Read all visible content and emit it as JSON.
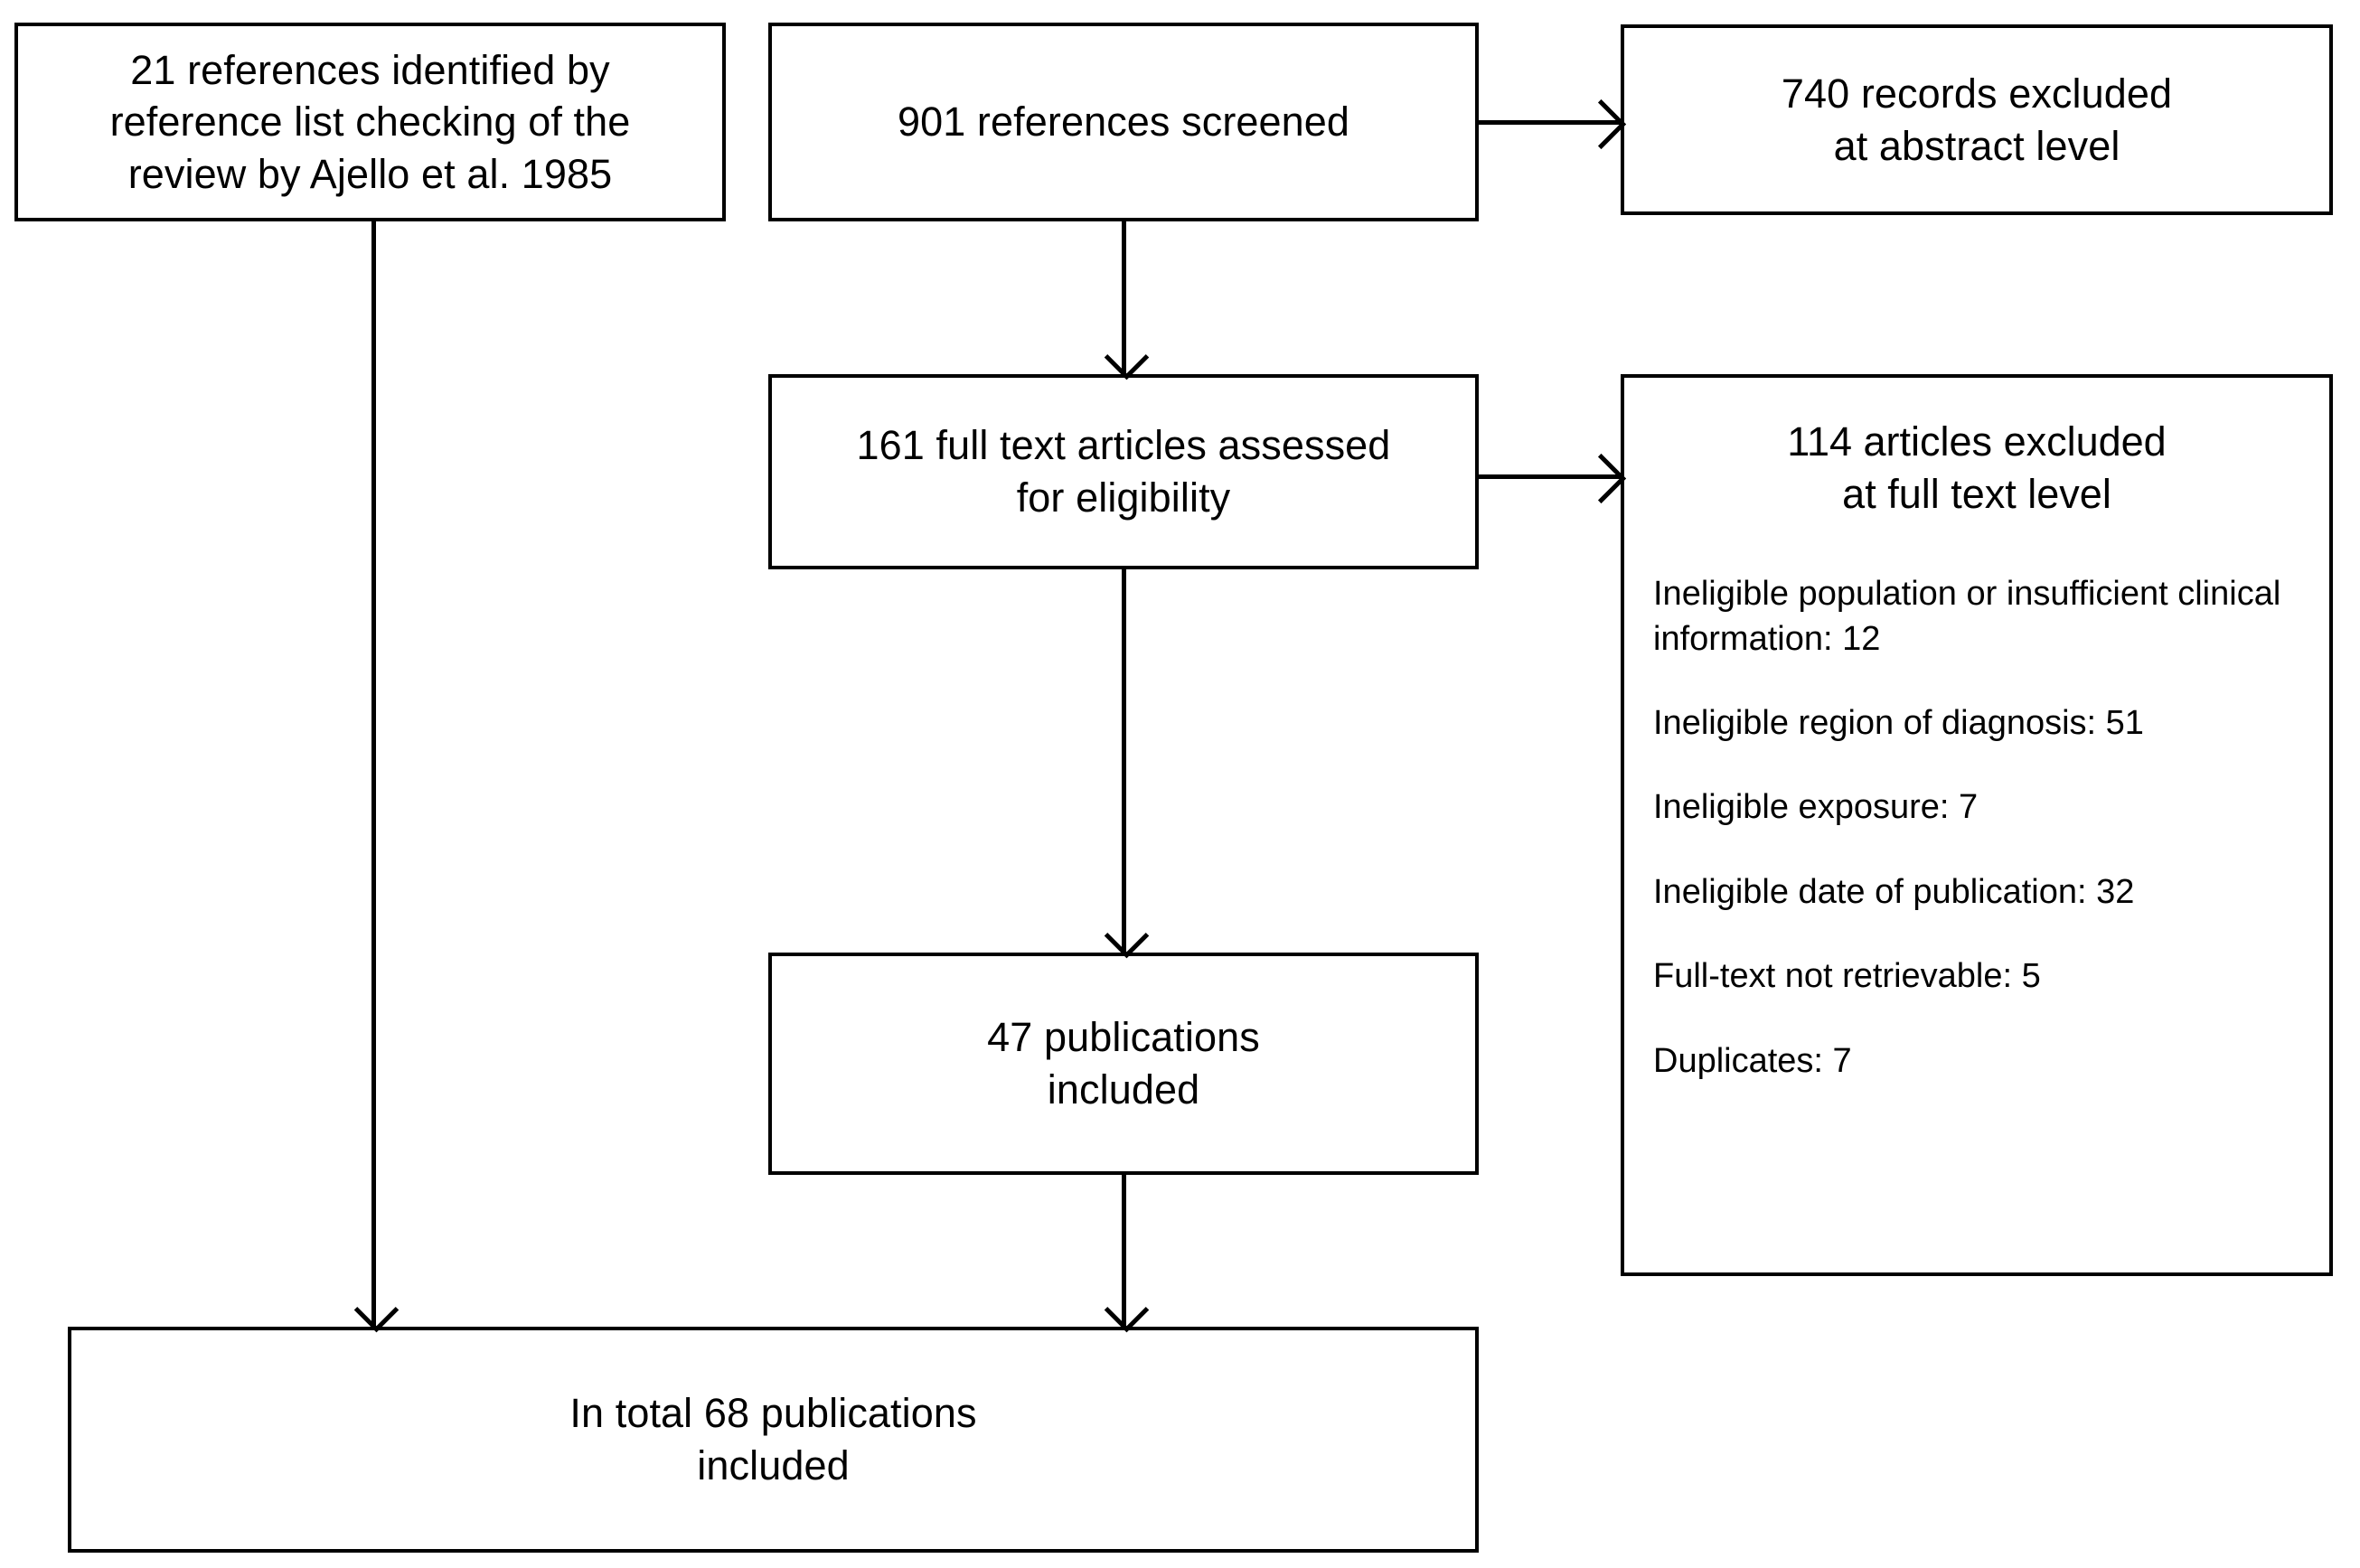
{
  "diagram": {
    "type": "prisma-flow-diagram",
    "title": "",
    "nodes": {
      "identified_by_reference_list": {
        "text": "21 references identified by\nreference list checking of the\nreview by Ajello et al. 1985",
        "count": 21
      },
      "references_screened": {
        "text": "901 references screened",
        "count": 901
      },
      "records_excluded_abstract": {
        "text": "740  records excluded\nat abstract level",
        "count": 740
      },
      "full_text_assessed": {
        "text": "161 full text articles assessed\nfor eligibility",
        "count": 161
      },
      "articles_excluded_full_text": {
        "heading": "114 articles excluded\nat full text level",
        "count": 114,
        "reasons": [
          {
            "label": "Ineligible  population  or insufficient clinical  information:  12",
            "value": 12
          },
          {
            "label": "Ineligible  region  of diagnosis: 51",
            "value": 51
          },
          {
            "label": "Ineligible  exposure: 7",
            "value": 7
          },
          {
            "label": "Ineligible  date of publication:  32",
            "value": 32
          },
          {
            "label": "Full-text  not retrievable: 5",
            "value": 5
          },
          {
            "label": "Duplicates:  7",
            "value": 7
          }
        ]
      },
      "publications_included": {
        "text": "47 publications\nincluded",
        "count": 47
      },
      "total_publications_included": {
        "text": "In total 68 publications\nincluded",
        "count": 68
      }
    },
    "edges": [
      {
        "from": "references_screened",
        "to": "records_excluded_abstract",
        "direction": "right"
      },
      {
        "from": "references_screened",
        "to": "full_text_assessed",
        "direction": "down"
      },
      {
        "from": "full_text_assessed",
        "to": "articles_excluded_full_text",
        "direction": "right"
      },
      {
        "from": "full_text_assessed",
        "to": "publications_included",
        "direction": "down"
      },
      {
        "from": "publications_included",
        "to": "total_publications_included",
        "direction": "down"
      },
      {
        "from": "identified_by_reference_list",
        "to": "total_publications_included",
        "direction": "down"
      }
    ],
    "colors": {
      "background": "#ffffff",
      "stroke": "#000000",
      "text": "#000000"
    }
  }
}
